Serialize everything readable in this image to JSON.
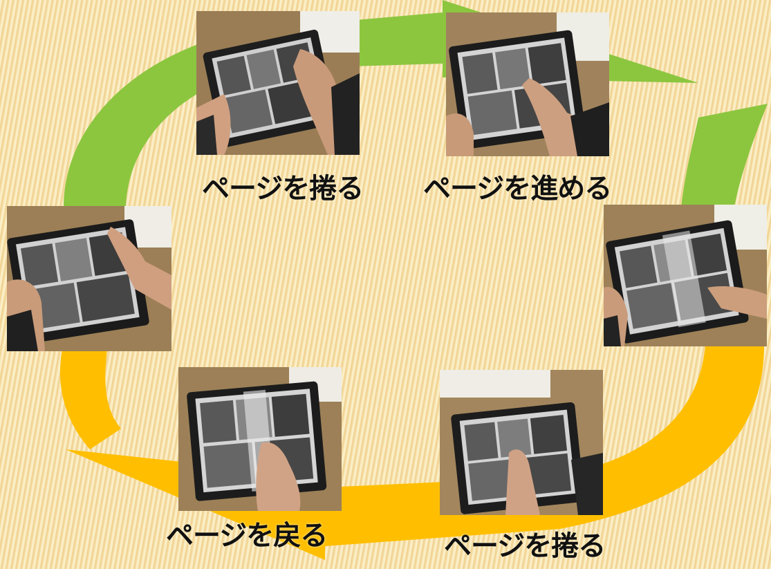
{
  "diagram": {
    "colors": {
      "forward_arrow": "#8cc63f",
      "backward_arrow": "#ffbf00",
      "caption_text": "#111111"
    },
    "steps": [
      {
        "caption": "ページを捲る",
        "arrow_band": "green"
      },
      {
        "caption": "ページを進める",
        "arrow_band": "green"
      },
      {
        "caption": "ページを捲る",
        "arrow_band": "orange"
      },
      {
        "caption": "ページを戻る",
        "arrow_band": "orange"
      }
    ],
    "photos": [
      {
        "name": "photo-turn-page-top"
      },
      {
        "name": "photo-advance-page"
      },
      {
        "name": "photo-right"
      },
      {
        "name": "photo-turn-page-bottom"
      },
      {
        "name": "photo-go-back-page"
      },
      {
        "name": "photo-left"
      }
    ]
  }
}
